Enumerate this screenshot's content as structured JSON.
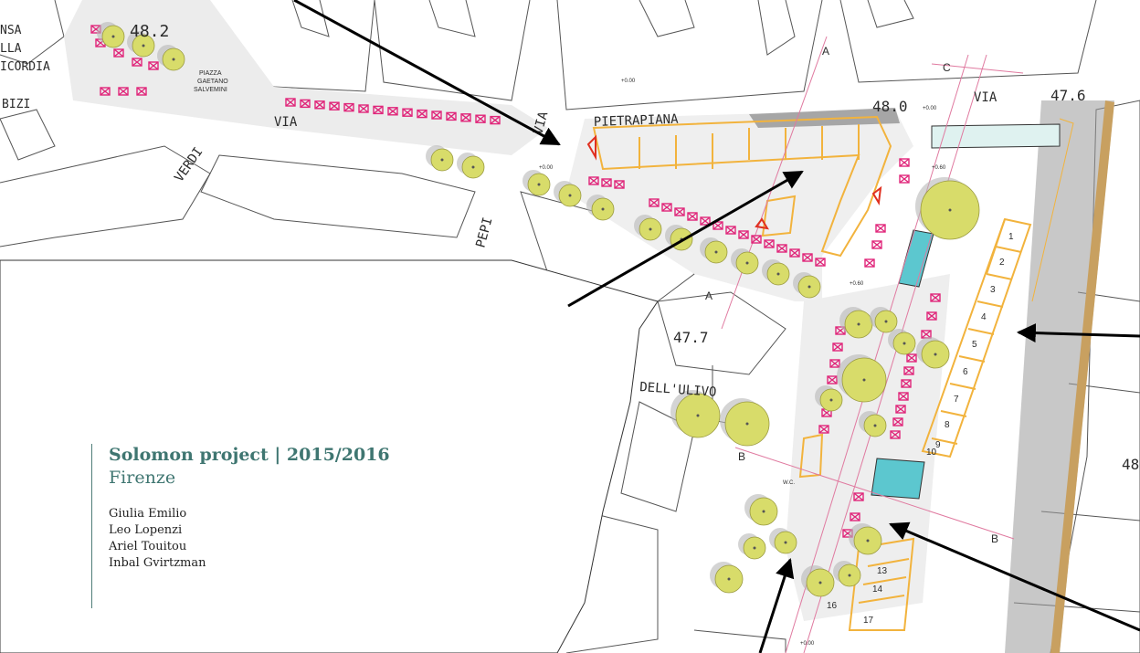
{
  "project": {
    "title": "Solomon project | 2015/2016",
    "city": "Firenze",
    "authors": [
      "Giulia Emilio",
      "Leo Lopenzi",
      "Ariel Touitou",
      "Inbal Gvirtzman"
    ]
  },
  "map": {
    "elevations": [
      "48.2",
      "48.0",
      "47.6",
      "47.7",
      "48"
    ],
    "places": {
      "piazza_line1": "PIAZZA",
      "piazza_line2": "GAETANO",
      "piazza_line3": "SALVEMINI",
      "misericordia_1": "NSA",
      "misericordia_2": "LLA",
      "misericordia_3": "ICORDIA",
      "bizi": "BIZI"
    },
    "streets": {
      "via_left": "VIA",
      "verdi": "VERDI",
      "via_vertical": "VIA",
      "pepi": "PEPI",
      "pietrapiana": "PIETRAPIANA",
      "via_right": "VIA",
      "dellulivo": "DELL'ULIVO"
    },
    "section_marks": [
      "A",
      "A",
      "B",
      "B",
      "C"
    ],
    "spot_level": "+0.00",
    "spot_level_2": "+0.60",
    "wc": "W.C.",
    "parking_numbers": [
      "1",
      "2",
      "3",
      "4",
      "5",
      "6",
      "7",
      "8",
      "9",
      "10"
    ],
    "parking_numbers_bottom": [
      "13",
      "14",
      "16",
      "17"
    ]
  },
  "colors": {
    "accent": "#3f7671",
    "tree_fill": "#d8dc6a",
    "tree_shadow": "#b8b8b8",
    "parking": "#e0267a",
    "building_outline": "#f2b33d",
    "pool": "#5cc7cf",
    "arrow": "#000000"
  }
}
